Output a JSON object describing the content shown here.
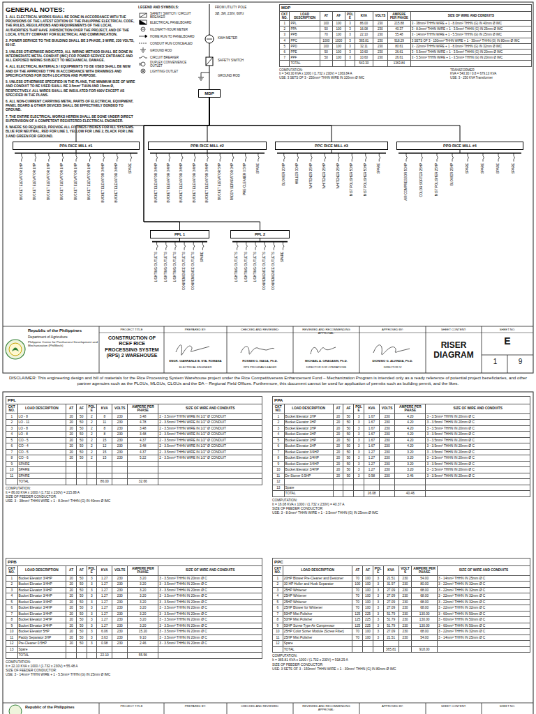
{
  "diagram": {
    "nodes": [
      {
        "text": [
          "MDP"
        ]
      },
      {
        "text": [
          "PPA RICE MILL #1"
        ]
      },
      {
        "text": [
          "PPB RICE MILL #2"
        ]
      },
      {
        "text": [
          "PPC RICE MILL #3"
        ]
      },
      {
        "text": [
          "PPD RICE MILL #4"
        ]
      },
      {
        "text": [
          "PPL 1"
        ]
      },
      {
        "text": [
          "PPL 2"
        ]
      }
    ],
    "edges": [
      {
        "from": 0,
        "to": 1,
        "arrow": "none"
      },
      {
        "from": 0,
        "to": 2,
        "arrow": "none"
      },
      {
        "from": 0,
        "to": 3,
        "arrow": "none"
      },
      {
        "from": 0,
        "to": 4,
        "arrow": "none"
      },
      {
        "from": 0,
        "to": 5,
        "arrow": "none"
      },
      {
        "from": 0,
        "to": 6,
        "arrow": "none"
      }
    ],
    "labels": [
      "GENERAL NOTES:",
      "1. ALL ELECTRICAL WORKS SHALL BE DONE IN ACCORDANCE WITH THE PROVISIONS OF THE LATEST EDITION OF THE PHILIPPINE ELECTRICAL CODE, THE RULES, REGULATIONS AND REQUIREMENTS OF THE LOCAL AUTHORITIES THAT HAVE JURISDICTION OVER THE PROJECT, AND OF THE LOCAL UTILITY COMPANY FOR ELECTRICAL AND COMMUNICATION.",
      "2. POWER SERVICE TO THE BUILDING SHALL BE 3 PHASE, 3 WIRE, 230 VOLTS, 60 HZ.",
      "3. UNLESS OTHERWISE INDICATED, ALL WIRING METHOD SHALL BE DONE IN INTERMEDIATE METAL CONDUIT (IMC) FOR POWER SERVICE ENTRANCE AND ALL EXPOSED WIRING SUBJECT TO MECHANICAL DAMAGE.",
      "4. ALL ELECTRICAL MATERIALS / EQUIPMENTS TO BE USED SHALL BE NEW AND OF THE APPROVED TYPE IN ACCORDANCE WITH DRAWINGS AND SPECIFICATIONS FOR BOTH LOCATION AND PURPOSE.",
      "5. UNLESS OTHERWISE SPECIFIED IN THE PLANS, THE MINIMUM SIZE OF WIRE AND CONDUIT TO BE USED SHALL BE 3.5mm² THHN AND 15mm Ø, RESPECTIVELY. ALL WIRES SHALL BE INSULATED FOR 600V EXCEPT AS SPECIFIED IN THE PLANS.",
      "6. ALL NON-CURRENT CARRYING METAL PARTS OF ELECTRICAL EQUIPMENT, PANEL BOARD & OTHER DEVICES SHALL BE EFFECTIVELY BONDED TO GROUND.",
      "7. THE ENTIRE ELECTRICAL WORKS HEREIN SHALL BE DONE UNDER DIRECT SUPERVISION OF A COMPETENT REGISTERED ELECTRICAL ENGINEER.",
      "8. WHERE SO REQUIRED, PROVIDE ALL FITTINGS / BOXES FOR ALL SYSTEMS. BLUE FOR NEUTRAL, RED FOR LINE 1, YELLOW FOR LINE 2, BLACK FOR LINE 3 AND GREEN FOR GROUND.",
      "LEGEND AND SYMBOLS:",
      "FROM UTILITY POLE",
      "3Ø, 3W, 230V, 60Hz",
      "KWH METER",
      "SAFETY SWITCH",
      "GROUND ROD",
      "MDP",
      "CKT NO.",
      "LOAD DESCRIPTION",
      "AT",
      "AF",
      "POLE",
      "KVA",
      "VOLTS",
      "AMPERE PER PHASE",
      "SIZE OF WIRE AND CONDUITS",
      "1",
      "PPL",
      "100",
      "100",
      "3",
      "86.00",
      "230",
      "215.88",
      "3 - 38mm² THHN WIRE + 1 - 8.0mm² THHN (G) IN 40mm Ø IMC",
      "2",
      "PPA",
      "50",
      "100",
      "3",
      "16.08",
      "230",
      "40.37",
      "3 - 8.0mm² THHN WIRE + 1 - 3.5mm² THHN (G) IN 25mm Ø IMC",
      "3",
      "PPB",
      "70",
      "100",
      "3",
      "22.10",
      "230",
      "55.48",
      "3 - 14mm² THHN WIRE + 1 - 5.5mm² THHN (G) IN 25mm Ø IMC",
      "4",
      "PPC",
      "1000",
      "1000",
      "3",
      "365.81",
      "230",
      "918.29",
      "3 SETS OF 3 - 150mm² THHN WIRE + 1 - 30mm² THHN (G) IN 80mm Ø IMC",
      "5",
      "PPD",
      "100",
      "100",
      "3",
      "32.11",
      "230",
      "80.61",
      "3 - 22mm² THHN WIRE + 1 - 8.0mm² THHN (G) IN 32mm Ø IMC",
      "6",
      "PPE",
      "50",
      "100",
      "3",
      "10.60",
      "230",
      "26.61",
      "3 - 5.5mm² THHN WIRE + 1 - 3.5mm² THHN (G) IN 20mm Ø IMC",
      "7",
      "PPF",
      "50",
      "100",
      "3",
      "10.60",
      "230",
      "26.61",
      "3 - 5.5mm² THHN WIRE + 1 - 3.5mm² THHN (G) IN 20mm Ø IMC",
      "TOTAL",
      "543.30",
      "1363.84",
      "COMPUTATION:",
      "It = 543.30 KVA x 1000 / (1.732 x 230V) = 1363.84 A",
      "USE: 3 SETS OF 3 - 250mm² THHN WIRE IN 100mm Ø IMC",
      "TRANSFORMER",
      "KVA = 543.30 / 0.8 = 679.13 KVA",
      "USE: 3 - 250 KVA Transformer",
      "BUCKET ELEVATOR 1HP",
      "BUCKET ELEVATOR 1HP",
      "BUCKET ELEVATOR 1HP",
      "BUCKET ELEVATOR 1HP",
      "BUCKET ELEVATOR 1HP",
      "BUCKET ELEVATOR 1HP",
      "BUCKET ELEVATOR 3/4HP",
      "BUCKET ELEVATOR 3/4HP",
      "SPARE",
      "BUCKET ELEVATOR 3/4HP",
      "BUCKET ELEVATOR 3/4HP",
      "BUCKET ELEVATOR 3/4HP",
      "BUCKET ELEVATOR 3/4HP",
      "BUCKET ELEVATOR 3/4HP",
      "BUCKET ELEVATOR 5HP",
      "PADDY SEPARATOR 3HP",
      "PRE-CLEANER 0.5HP",
      "SPARE",
      "BLOWER 20HP",
      "HULLER 30HP",
      "WHITENER 25HP",
      "WHITENER 25HP",
      "WHITENER 25HP",
      "MIST POLISHER 50HP",
      "MIST POLISHER 50HP",
      "SPARE",
      "AIR COMPRESSOR 50HP",
      "COLOR SORTER 25HP",
      "MIST POLISHER 25HP",
      "BLOWER 25HP",
      "SPARE",
      "SPARE",
      "SPARE",
      "SPARE",
      "LIGHTING OUTLETS",
      "LIGHTING OUTLETS",
      "LIGHTING OUTLETS",
      "CONVENIENCE OUTLETS",
      "CONVENIENCE OUTLETS",
      "SPARE",
      "LIGHTING OUTLETS",
      "LIGHTING OUTLETS",
      "LIGHTING OUTLETS",
      "CONVENIENCE OUTLETS",
      "CONVENIENCE OUTLETS",
      "SPARE",
      "Republic of the Philippines",
      "Department of Agriculture",
      "Philippine Center for Postharvest Development and Mechanization (PhilMech)",
      "PROJECT TITLE",
      "CONSTRUCTION OF RCEF RICE PROCESSING SYSTEM (RPS) 2 WAREHOUSE",
      "PREPARED BY:",
      "ENGR. GIANRANLE B. STA. ROMANA",
      "ELECTRICAL ENGINEER",
      "CHECKED AND REVIEWED:",
      "ROSSEN G. ISAGA, Ph.D.",
      "RPS PROGRAM LEADER",
      "REVIEWED AND RECOMMENDING APPROVAL:",
      "MICHAEL A. GRAGASIN, Ph.D.",
      "DIRECTOR FOR OPERATIONS",
      "APPROVED BY:",
      "DIONISIO G. ALVINDIA, Ph.D.",
      "DIRECTOR IV",
      "SHEET CONTENT:",
      "RISER DIAGRAM",
      "SHEET NO.",
      "E",
      "1",
      "9",
      "DISCLAIMER: This engineering design and bill of materials for the Rice Processing System Warehouse project under the Rice Competitiveness Enhancement Fund – Mechanization Program is intended only as a ready reference of potential project beneficiaries, and other partner agencies such as the PLGUs, MLGUs, CLGUs and the DA – Regional Field Offices. Furthermore, this document cannot be used for application of permits such as building permit, and the likes.",
      "PPL",
      "CKT NO.",
      "LOAD DESCRIPTION",
      "AT",
      "AF",
      "POLE",
      "KVA",
      "VOLTS",
      "AMPERE PER PHASE",
      "SIZE OF WIRE AND CONDUITS",
      "1",
      "LO - 8",
      "20",
      "50",
      "2",
      "8",
      "230",
      "3.48",
      "2 - 3.5mm² THHN WIRE IN 1/2\" Ø CONDUIT",
      "2",
      "LO - 11",
      "20",
      "50",
      "2",
      "11",
      "230",
      "4.78",
      "2 - 3.5mm² THHN WIRE IN 1/2\" Ø CONDUIT",
      "3",
      "LO - 8",
      "20",
      "50",
      "2",
      "8",
      "230",
      "3.48",
      "2 - 3.5mm² THHN WIRE IN 1/2\" Ø CONDUIT",
      "4",
      "LO - 8",
      "20",
      "50",
      "2",
      "8",
      "230",
      "3.48",
      "2 - 3.5mm² THHN WIRE IN 1/2\" Ø CONDUIT",
      "5",
      "CO - 5",
      "20",
      "50",
      "2",
      "15",
      "230",
      "4.37",
      "2 - 3.5mm² THHN WIRE IN 1/2\" Ø CONDUIT",
      "6",
      "CO - 4",
      "20",
      "50",
      "2",
      "12",
      "230",
      "3.48",
      "2 - 3.5mm² THHN WIRE IN 1/2\" Ø CONDUIT",
      "7",
      "CO - 5",
      "20",
      "50",
      "2",
      "15",
      "230",
      "4.37",
      "2 - 3.5mm² THHN WIRE IN 1/2\" Ø CONDUIT",
      "8",
      "CO - 6",
      "20",
      "50",
      "2",
      "15",
      "230",
      "5.22",
      "2 - 3.5mm² THHN WIRE IN 1/2\" Ø CONDUIT",
      "9",
      "SPARE",
      "10",
      "SPARE",
      "11",
      "SPARE",
      "TOTAL",
      "86.00",
      "32.66",
      "COMPUTATION:",
      "It = 86.00 KVA x 1000 / (1.732 x 230V) = 215.88 A",
      "SIZE OF FEEDER CONDUCTOR:",
      "USE: 3 - 38mm² THHN WIRE + 1 - 8.0mm² THHN (G) IN 40mm Ø IMC",
      "PPA",
      "CKT NO.",
      "LOAD DESCRIPTION",
      "AT",
      "AF",
      "POLE",
      "KVA",
      "VOLTS",
      "AMPERE PER PHASE",
      "SIZE OF WIRE AND CONDUITS",
      "1",
      "Bucket Elevator 1HP",
      "20",
      "50",
      "3",
      "1.67",
      "230",
      "4.20",
      "3 - 3.5mm² THHN IN 20mm Ø C",
      "2",
      "Bucket Elevator 1HP",
      "20",
      "50",
      "3",
      "1.67",
      "230",
      "4.20",
      "3 - 3.5mm² THHN IN 20mm Ø C",
      "3",
      "Bucket Elevator 1HP",
      "20",
      "50",
      "3",
      "1.67",
      "230",
      "4.20",
      "3 - 3.5mm² THHN IN 20mm Ø C",
      "4",
      "Bucket Elevator 1HP",
      "20",
      "50",
      "3",
      "1.67",
      "230",
      "4.20",
      "3 - 3.5mm² THHN IN 20mm Ø C",
      "5",
      "Bucket Elevator 1HP",
      "20",
      "50",
      "3",
      "1.67",
      "230",
      "4.20",
      "3 - 3.5mm² THHN IN 20mm Ø C",
      "6",
      "Bucket Elevator 1HP",
      "20",
      "50",
      "3",
      "1.67",
      "230",
      "4.20",
      "3 - 3.5mm² THHN IN 20mm Ø C",
      "7",
      "Bucket Elevator 3/4HP",
      "20",
      "50",
      "3",
      "1.27",
      "230",
      "3.20",
      "3 - 3.5mm² THHN IN 20mm Ø C",
      "8",
      "Bucket Elevator 3/4HP",
      "20",
      "50",
      "3",
      "1.27",
      "230",
      "3.20",
      "3 - 3.5mm² THHN IN 20mm Ø C",
      "9",
      "Bucket Elevator 3/4HP",
      "20",
      "50",
      "3",
      "1.27",
      "230",
      "3.20",
      "3 - 3.5mm² THHN IN 20mm Ø C",
      "10",
      "Bucket Elevator 3/4HP",
      "20",
      "50",
      "3",
      "1.27",
      "230",
      "3.20",
      "3 - 3.5mm² THHN IN 20mm Ø C",
      "11",
      "De-Stoner 0.5HP",
      "20",
      "50",
      "3",
      "0.98",
      "230",
      "2.46",
      "3 - 3.5mm² THHN IN 20mm Ø C",
      "12",
      "13",
      "Spare",
      "TOTAL",
      "16.08",
      "40.46",
      "COMPUTATION:",
      "It = 16.08 KVA x 1000 / (1.732 x 230V) = 40.37 A",
      "SIZE OF FEEDER CONDUCTOR:",
      "USE: 3 - 8.0mm² THHN WIRE + 1 - 3.5mm² THHN (G) IN 25mm Ø IMC",
      "PPB",
      "CKT NO.",
      "LOAD DESCRIPTION",
      "AT",
      "AF",
      "POLE",
      "KVA",
      "VOLTS",
      "AMPERE PER PHASE",
      "SIZE OF WIRE AND CONDUITS",
      "1",
      "Bucket Elevator 3/4HP",
      "20",
      "50",
      "3",
      "1.27",
      "230",
      "3.20",
      "3 - 3.5mm² THHN IN 20mm Ø C",
      "2",
      "Bucket Elevator 3/4HP",
      "20",
      "50",
      "3",
      "1.27",
      "230",
      "3.20",
      "3 - 3.5mm² THHN IN 20mm Ø C",
      "3",
      "Bucket Elevator 3/4HP",
      "20",
      "50",
      "3",
      "1.27",
      "230",
      "3.20",
      "3 - 3.5mm² THHN IN 20mm Ø C",
      "4",
      "Bucket Elevator 3/4HP",
      "20",
      "50",
      "3",
      "1.27",
      "230",
      "3.20",
      "3 - 3.5mm² THHN IN 20mm Ø C",
      "5",
      "Bucket Elevator 3/4HP",
      "20",
      "50",
      "3",
      "1.27",
      "230",
      "3.20",
      "3 - 3.5mm² THHN IN 20mm Ø C",
      "6",
      "Bucket Elevator 3/4HP",
      "20",
      "50",
      "3",
      "1.27",
      "230",
      "3.20",
      "3 - 3.5mm² THHN IN 20mm Ø C",
      "7",
      "Bucket Elevator 3/4HP",
      "20",
      "50",
      "3",
      "1.27",
      "230",
      "3.20",
      "3 - 3.5mm² THHN IN 20mm Ø C",
      "8",
      "Bucket Elevator 3/4HP",
      "20",
      "50",
      "3",
      "1.27",
      "230",
      "3.20",
      "3 - 3.5mm² THHN IN 20mm Ø C",
      "9",
      "Bucket Elevator 3/4HP",
      "20",
      "50",
      "3",
      "1.27",
      "230",
      "3.20",
      "3 - 3.5mm² THHN IN 20mm Ø C",
      "10",
      "Bucket Elevator 5HP",
      "20",
      "50",
      "3",
      "6.06",
      "230",
      "15.20",
      "3 - 3.5mm² THHN IN 20mm Ø C",
      "11",
      "Paddy Separator 3HP",
      "20",
      "50",
      "3",
      "3.63",
      "230",
      "9.10",
      "3 - 3.5mm² THHN IN 20mm Ø C",
      "12",
      "Pre-Cleaner 0.5HP",
      "20",
      "50",
      "3",
      "0.98",
      "230",
      "2.46",
      "3 - 3.5mm² THHN IN 20mm Ø C",
      "13",
      "Spare",
      "TOTAL",
      "22.10",
      "55.56",
      "COMPUTATION:",
      "It = 22.10 KVA x 1000 / (1.732 x 230V) = 55.48 A",
      "SIZE OF FEEDER CONDUCTOR:",
      "USE: 3 - 14mm² THHN WIRE + 1 - 5.5mm² THHN (G) IN 25mm Ø IMC",
      "PPC",
      "CKT NO.",
      "LOAD DESCRIPTION",
      "AT",
      "AF",
      "POLE",
      "KVA",
      "VOLTS",
      "AMPERE PER PHASE",
      "SIZE OF WIRE AND CONDUITS",
      "1",
      "20HP Blower Pre-Cleaner and Destoner",
      "70",
      "100",
      "3",
      "21.51",
      "230",
      "54.00",
      "3 - 14mm² THHN IN 25mm Ø C",
      "2",
      "30 HP Huller and Husk Separator",
      "100",
      "100",
      "3",
      "31.97",
      "230",
      "80.00",
      "3 - 22mm² THHN IN 32mm Ø C",
      "3",
      "25HP Whitener",
      "70",
      "100",
      "3",
      "27.09",
      "230",
      "68.00",
      "3 - 22mm² THHN IN 32mm Ø C",
      "4",
      "25HP Whitener",
      "70",
      "100",
      "3",
      "27.09",
      "230",
      "68.00",
      "3 - 22mm² THHN IN 32mm Ø C",
      "5",
      "25HP Whitener",
      "70",
      "100",
      "3",
      "27.09",
      "230",
      "68.00",
      "3 - 22mm² THHN IN 32mm Ø C",
      "6",
      "25HP Blower for Whitener",
      "70",
      "100",
      "3",
      "27.09",
      "230",
      "68.00",
      "3 - 22mm² THHN IN 32mm Ø C",
      "7",
      "50HP Mist Polisher",
      "125",
      "225",
      "3",
      "51.79",
      "230",
      "130.00",
      "3 - 60mm² THHN IN 50mm Ø C",
      "8",
      "50HP Mist Polisher",
      "125",
      "225",
      "3",
      "51.79",
      "230",
      "130.00",
      "3 - 60mm² THHN IN 50mm Ø C",
      "9",
      "50HP Screw Type Air Compressor",
      "125",
      "225",
      "3",
      "51.79",
      "230",
      "130.00",
      "3 - 60mm² THHN IN 50mm Ø C",
      "10",
      "25HP Color Sorter Module (Screw Filter)",
      "70",
      "100",
      "3",
      "27.09",
      "230",
      "68.00",
      "3 - 22mm² THHN IN 32mm Ø C",
      "11",
      "25HP Mist Polisher",
      "70",
      "100",
      "3",
      "21.51",
      "230",
      "54.00",
      "3 - 14mm² THHN IN 25mm Ø C",
      "12",
      "Spare",
      "TOTAL",
      "365.81",
      "918.00",
      "COMPUTATION:",
      "It = 365.81 KVA x 1000 / (1.732 x 230V) = 918.29 A",
      "SIZE OF FEEDER CONDUCTOR:",
      "USE: 3 SETS OF 3 - 150mm² THHN WIRE + 1 - 30mm² THHN (G) IN 80mm Ø IMC",
      "Republic of the Philippines",
      "PROJECT TITLE",
      "PREPARED BY:",
      "CHECKED AND REVIEWED:",
      "REVIEWED AND RECOMMENDING APPROVAL:",
      "APPROVED BY:",
      "SHEET CONTENT:",
      "SHEET NO."
    ],
    "legend": [
      {
        "text": "SAFETY SWITCH / CIRCUIT BREAKER"
      },
      {
        "text": "ELECTRICAL PANELBOARD"
      },
      {
        "text": "KILOWATT-HOUR METER"
      },
      {
        "text": "HOME RUN TO PANELBOARD"
      },
      {
        "text": "CONDUIT RUN CONCEALED"
      },
      {
        "text": "GROUND ROD"
      },
      {
        "text": "CIRCUIT BREAKER"
      },
      {
        "text": "DUPLEX CONVENIENCE OUTLET"
      },
      {
        "text": "LIGHTING OUTLET"
      }
    ]
  }
}
